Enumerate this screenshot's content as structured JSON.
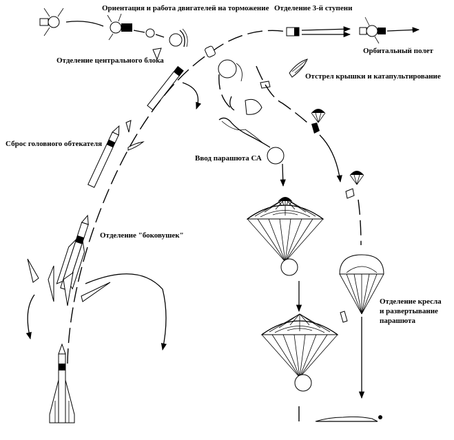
{
  "labels": {
    "braking": "Ориентация и работа двигателей на торможение",
    "stage3_sep": "Отделение 3-й ступени",
    "orbital": "Орбитальный полет",
    "core_sep": "Отделение центрального блока",
    "hatch": "Отстрел крышки и катапультирование",
    "fairing": "Сброс головного обтекателя",
    "chute_sa": "Ввод парашюта СА",
    "boosters": "Отделение \"боковушек\"",
    "seat_sep_1": "Отделение кресла",
    "seat_sep_2": "и развертывание",
    "seat_sep_3": "парашюта"
  }
}
